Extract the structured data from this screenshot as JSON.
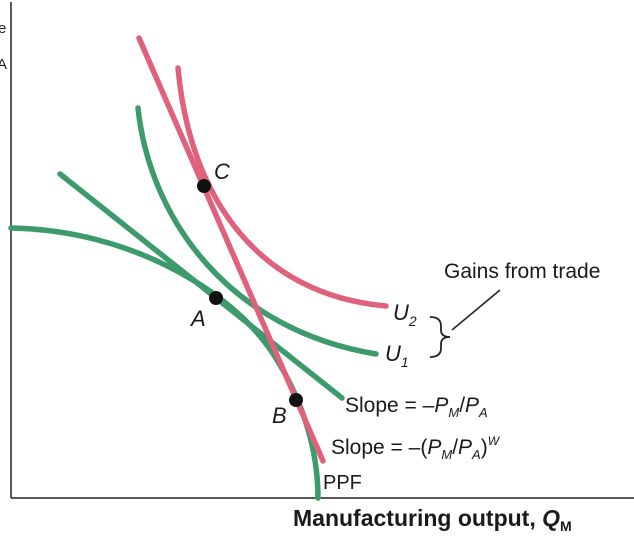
{
  "diagram": {
    "points": {
      "A": "A",
      "B": "B",
      "C": "C"
    },
    "curves": {
      "u2_label": "U",
      "u2_sub": "2",
      "u1_label": "U",
      "u1_sub": "1",
      "ppf_label": "PPF"
    },
    "annotations": {
      "gains": "Gains from trade",
      "slope_domestic_prefix": "Slope = –",
      "slope_domestic_pm": "P",
      "slope_domestic_pm_sub": "M",
      "slope_domestic_slash": "/",
      "slope_domestic_pa": "P",
      "slope_domestic_pa_sub": "A",
      "slope_world_prefix": "Slope = –(",
      "slope_world_pm": "P",
      "slope_world_pm_sub": "M",
      "slope_world_slash": "/",
      "slope_world_pa": "P",
      "slope_world_pa_sub": "A",
      "slope_world_close": ")",
      "slope_world_sup": "W"
    },
    "axes": {
      "x_title": "Manufacturing output, ",
      "x_var": "Q",
      "x_var_sub": "M",
      "y_edge_1": "e",
      "y_edge_2": "A"
    },
    "colors": {
      "green": "#3c9a6b",
      "pink": "#e0617c",
      "dot": "#111111",
      "axis": "#222222"
    }
  }
}
